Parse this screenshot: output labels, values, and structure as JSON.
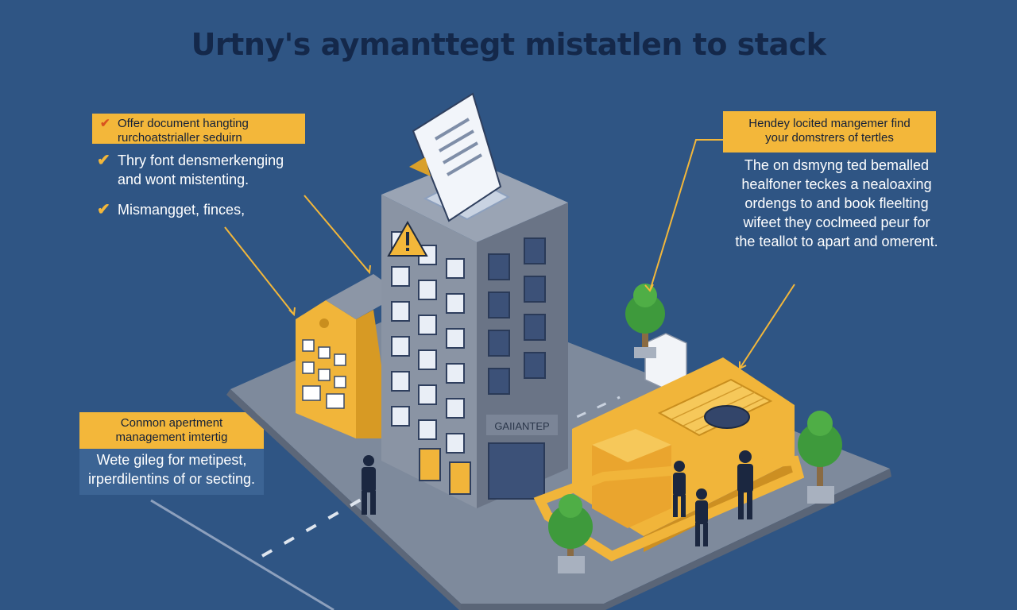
{
  "title": "Urtny's aymanttegt mistatlen to stack",
  "left_callout": {
    "box_line1": "Offer document hangting",
    "box_line2": "rurchoatstrialler seduirn",
    "check1_line1": "Thry font densmerkenging",
    "check1_line2": "and wont mistenting.",
    "check2": "Mismangget, finces,"
  },
  "right_callout": {
    "box_line1": "Hendey locited mangemer find",
    "box_line2": "your domstrers of tertles",
    "text_lines": [
      "The on dsmyng ted bemalled",
      "healfoner teckes a nealoaxing",
      "ordengs to and book fleelting",
      "wifeet they coclmeed peur for",
      "the teallot to apart and omerent."
    ]
  },
  "bottom_callout": {
    "box_line1": "Conmon apertment",
    "box_line2": "management imtertig",
    "text_line1": "Wete gileg for metipest,",
    "text_line2": "irperdilentins of or secting."
  },
  "building_sign": "GAIIANTEP",
  "colors": {
    "background": "#2f5584",
    "accent": "#f3b73a",
    "title": "#14284a",
    "building": "#7d8796"
  },
  "icons": [
    "check-icon",
    "warning-icon",
    "document-icon",
    "tree-icon",
    "person-icon"
  ]
}
